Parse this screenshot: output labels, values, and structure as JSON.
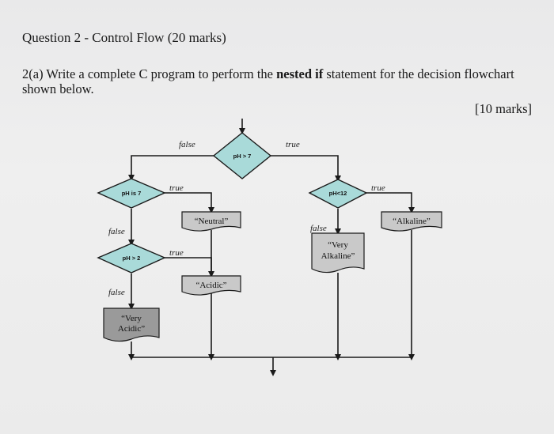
{
  "header": {
    "title": "Question 2 - Control Flow (20 marks)"
  },
  "question": {
    "prefix": "2(a) Write a complete C program to perform the ",
    "bold": "nested if",
    "suffix": " statement for the decision flowchart shown below.",
    "marks": "[10 marks]"
  },
  "flowchart": {
    "decisions": {
      "ph_gt_7": "pH > 7",
      "ph_is_7": "pH is 7",
      "ph_gt_2": "pH > 2",
      "ph_lt_12": "pH<12"
    },
    "outputs": {
      "neutral": "“Neutral”",
      "acidic": "“Acidic”",
      "very_acidic_1": "“Very",
      "very_acidic_2": "Acidic”",
      "alkaline": "“Alkaline”",
      "very_alkaline_1": "“Very",
      "very_alkaline_2": "Alkaline”"
    },
    "branch_labels": {
      "top_false": "false",
      "top_true": "true",
      "is7_true": "true",
      "is7_false": "false",
      "gt2_true": "true",
      "gt2_false": "false",
      "lt12_true": "true",
      "lt12_false": "false"
    },
    "colors": {
      "decision_fill": "#a9dad9",
      "output_fill": "#c9c9c9",
      "final_fill": "#9a9a9a",
      "line": "#1a1a1a"
    }
  }
}
